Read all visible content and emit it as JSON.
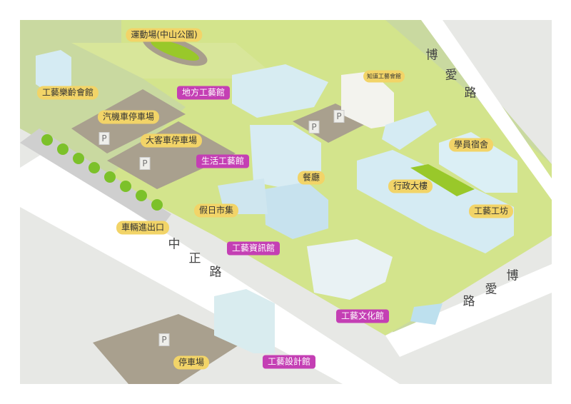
{
  "labels": {
    "stadium": "運動場(中山公園)",
    "senior_hall": "工藝樂齡會館",
    "local_craft_hall": "地方工藝館",
    "knowledge_hall": "知道工藝會館",
    "scooter_parking": "汽機車停車場",
    "bus_parking": "大客車停車場",
    "living_craft_hall": "生活工藝館",
    "restaurant": "餐廳",
    "dormitory": "學員宿舍",
    "admin_building": "行政大樓",
    "craft_workshop": "工藝工坊",
    "holiday_market": "假日市集",
    "vehicle_entrance": "車輛進出口",
    "craft_info_hall": "工藝資訊館",
    "craft_culture_hall": "工藝文化館",
    "parking": "停車場",
    "craft_design_hall": "工藝設計館"
  },
  "roads": {
    "zhongzheng": [
      "中",
      "正",
      "路"
    ],
    "boai_top": [
      "博",
      "愛",
      "路"
    ],
    "boai_bottom": [
      "博",
      "愛",
      "路"
    ]
  },
  "parking_sign": "P",
  "colors": {
    "yellow_label": "#f2d468",
    "magenta_label": "#c43fb4",
    "campus": "#d3e48c",
    "building": "#cfe8f0"
  }
}
